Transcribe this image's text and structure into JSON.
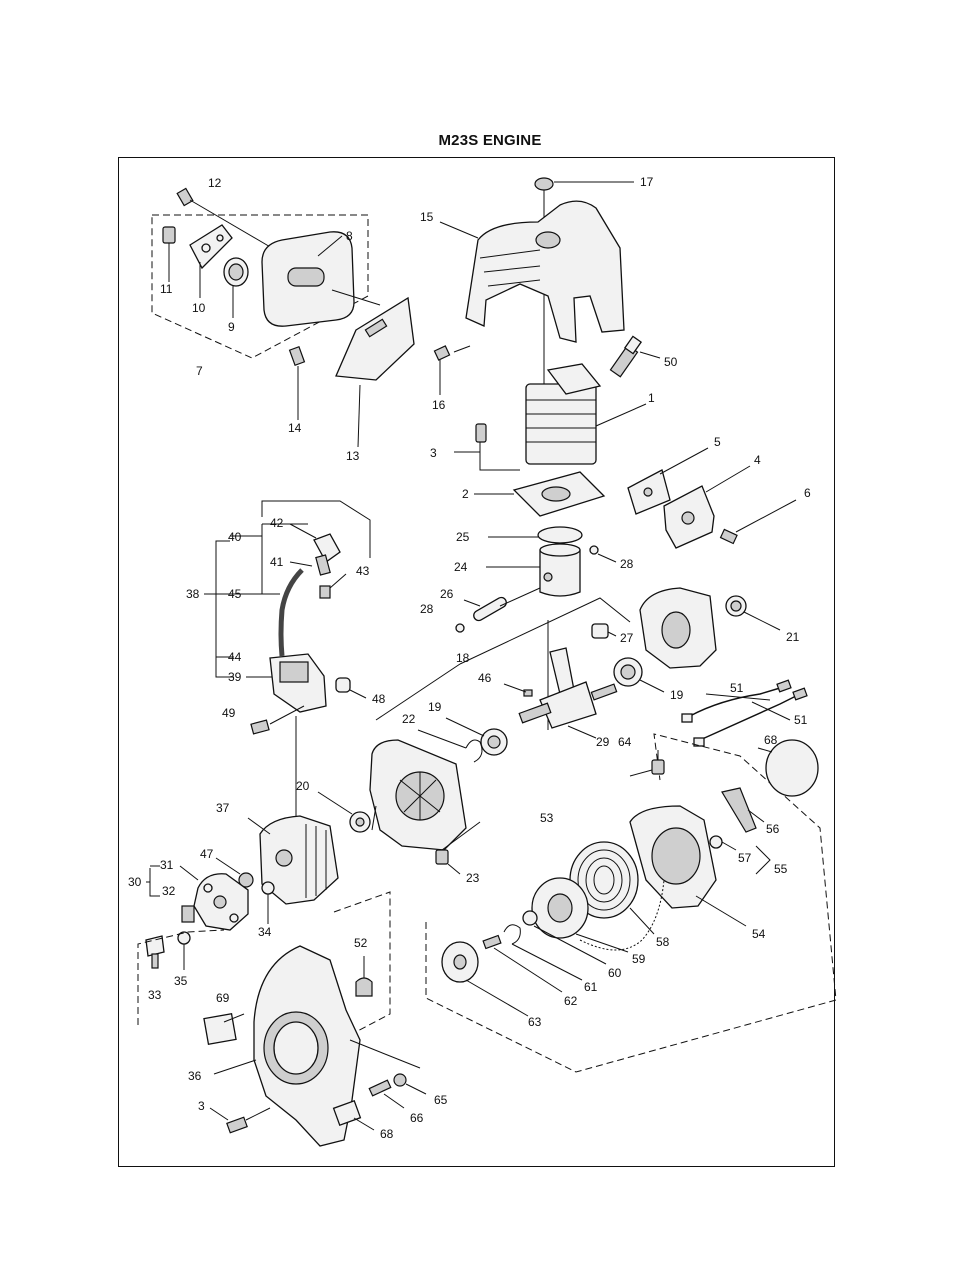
{
  "title": "M23S ENGINE",
  "parts": {
    "p1": "1",
    "p2": "2",
    "p3a": "3",
    "p3b": "3",
    "p4": "4",
    "p5": "5",
    "p6": "6",
    "p7": "7",
    "p8": "8",
    "p9": "9",
    "p10": "10",
    "p11": "11",
    "p12": "12",
    "p13": "13",
    "p14": "14",
    "p15": "15",
    "p16": "16",
    "p17": "17",
    "p18": "18",
    "p19a": "19",
    "p19b": "19",
    "p20": "20",
    "p21": "21",
    "p22": "22",
    "p23": "23",
    "p24": "24",
    "p25": "25",
    "p26": "26",
    "p27": "27",
    "p28a": "28",
    "p28b": "28",
    "p29": "29",
    "p30": "30",
    "p31": "31",
    "p32": "32",
    "p33": "33",
    "p34": "34",
    "p35": "35",
    "p36": "36",
    "p37": "37",
    "p38": "38",
    "p39": "39",
    "p40": "40",
    "p41": "41",
    "p42": "42",
    "p43": "43",
    "p44": "44",
    "p45": "45",
    "p46": "46",
    "p47": "47",
    "p48": "48",
    "p49": "49",
    "p50": "50",
    "p51a": "51",
    "p51b": "51",
    "p52": "52",
    "p53": "53",
    "p54": "54",
    "p55": "55",
    "p56": "56",
    "p57": "57",
    "p58": "58",
    "p59": "59",
    "p60": "60",
    "p61": "61",
    "p62": "62",
    "p63": "63",
    "p64": "64",
    "p65": "65",
    "p66": "66",
    "p68a": "68",
    "p68b": "68",
    "p69": "69"
  }
}
